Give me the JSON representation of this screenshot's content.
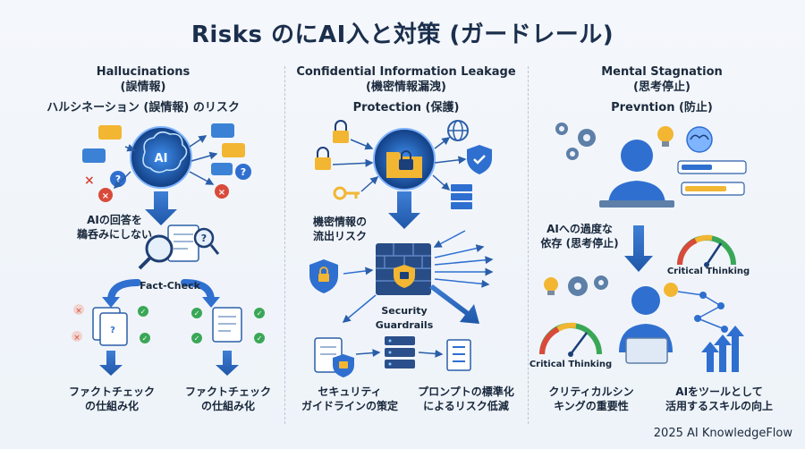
{
  "title": "Risks のにAI入と対策 (ガードレール)",
  "columns": [
    {
      "heading_en": "Hallucinations",
      "heading_jp": "(誤情報)",
      "subheading": "ハルシネーション (誤情報) のリスク",
      "risk_label": "AIの回答を\n鵜呑みにしない",
      "center_label": "Fact-Check",
      "left_result": "ファクトチェック\nの仕組み化",
      "right_result": "ファクトチェック\nの仕組み化",
      "brain_label": "AI"
    },
    {
      "heading_en": "Confidential Information Leakage",
      "heading_jp": "(機密情報漏洩)",
      "subheading": "Protection (保護)",
      "risk_label": "機密情報の\n流出リスク",
      "center_label": "Security\nGuardrails",
      "left_result": "セキュリティ\nガイドラインの策定",
      "right_result": "プロンプトの標準化\nによるリスク低減"
    },
    {
      "heading_en": "Mental Stagnation",
      "heading_jp": "(思考停止)",
      "subheading": "Prevntion (防止)",
      "risk_label": "AIへの過度な\n依存 (思考停止)",
      "gauge_top_label": "Critical Thinking",
      "gauge_bottom_label": "Critical Thinking",
      "left_result": "クリティカルシン\nキングの重要性",
      "right_result": "AIをツールとして\n活用するスキルの向上"
    }
  ],
  "footer": "2025 AI KnowledgeFlow",
  "colors": {
    "primary_blue": "#2f6fd0",
    "dark_blue": "#1b3f7a",
    "accent_yellow": "#f2b632",
    "success_green": "#3aa757",
    "danger_red": "#d94a3a"
  }
}
